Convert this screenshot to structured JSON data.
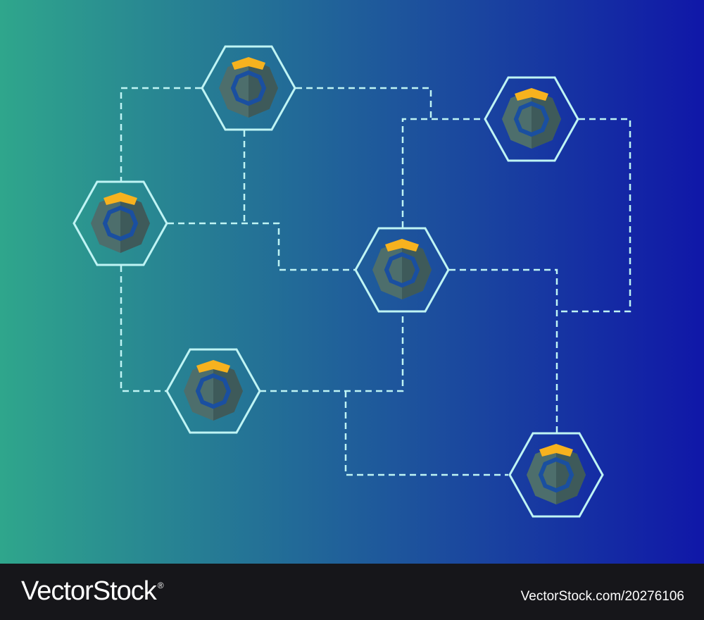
{
  "background": {
    "gradient_start": "#2fa68c",
    "gradient_end": "#1017a8"
  },
  "colors": {
    "hexagon_stroke": "#bff4f4",
    "connector_dash": "#bff4f4",
    "coin_body": "#4d6e6c",
    "coin_body_dark": "#3e5a5a",
    "coin_ring": "#1a4fa0",
    "coin_accent": "#f7b21e"
  },
  "nodes": [
    {
      "name": "node-top-center",
      "icon": "komodo-coin-icon"
    },
    {
      "name": "node-top-right",
      "icon": "komodo-coin-icon"
    },
    {
      "name": "node-left",
      "icon": "komodo-coin-icon"
    },
    {
      "name": "node-center",
      "icon": "komodo-coin-icon"
    },
    {
      "name": "node-bottom-left",
      "icon": "komodo-coin-icon"
    },
    {
      "name": "node-bottom-right",
      "icon": "komodo-coin-icon"
    }
  ],
  "footer": {
    "brand": "VectorStock",
    "registered_mark": "®",
    "image_id": "VectorStock.com/20276106"
  }
}
